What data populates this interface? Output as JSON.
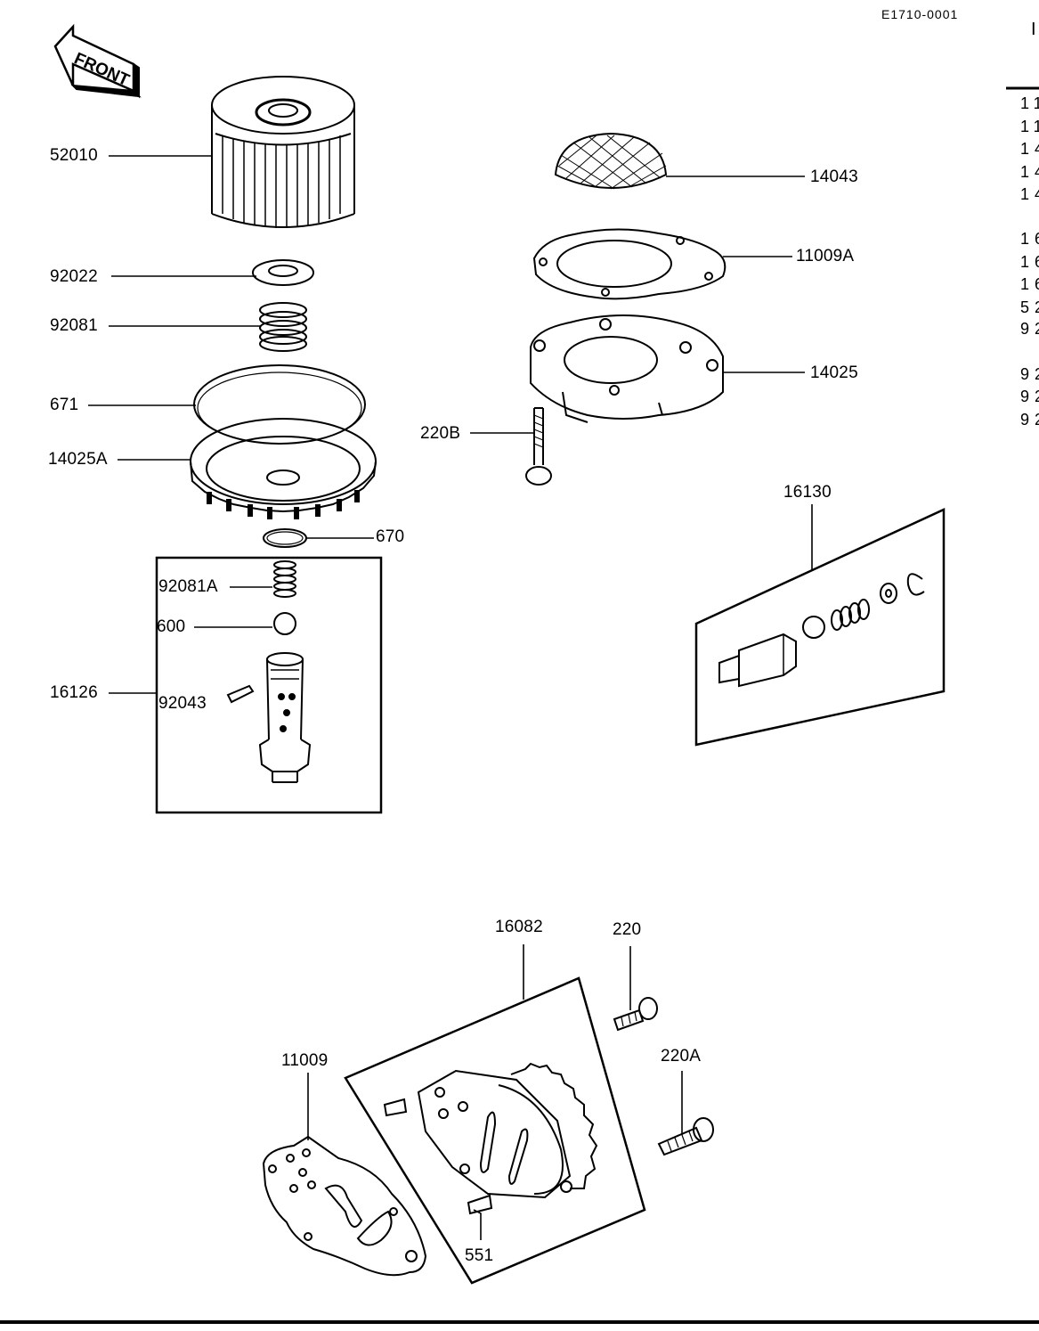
{
  "page_code": "E1710-0001",
  "corner_char": "I",
  "front_label": "FRONT",
  "parts": {
    "p52010": "52010",
    "p92022": "92022",
    "p92081": "92081",
    "p671": "671",
    "p14025A": "14025A",
    "p670": "670",
    "p92081A": "92081A",
    "p600": "600",
    "p16126": "16126",
    "p92043": "92043",
    "p14043": "14043",
    "p11009A": "11009A",
    "p14025": "14025",
    "p220B": "220B",
    "p16130": "16130",
    "p16082": "16082",
    "p220": "220",
    "p220A": "220A",
    "p11009": "11009",
    "p551": "551"
  },
  "margin_list": [
    "11",
    "11",
    "14",
    "14",
    "14",
    "16",
    "16",
    "16",
    "52",
    "92",
    "92",
    "92",
    "92"
  ]
}
